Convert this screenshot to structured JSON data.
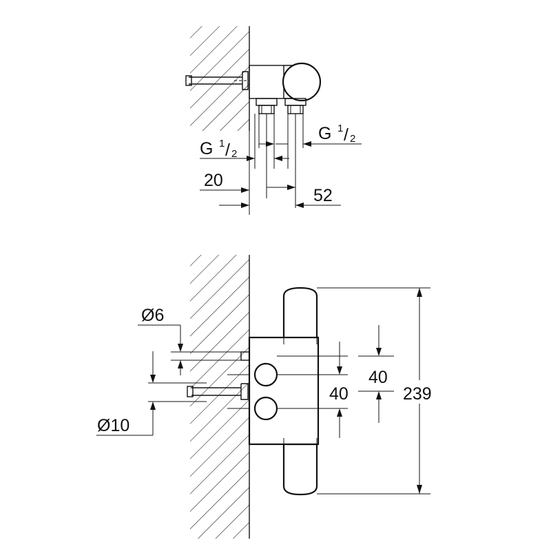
{
  "side_view": {
    "thread_left": {
      "letter": "G",
      "num": "1",
      "den": "2"
    },
    "thread_right": {
      "letter": "G",
      "num": "1",
      "den": "2"
    },
    "dim_wall": "20",
    "dim_spacing": "52"
  },
  "front_view": {
    "dia_small": "Ø6",
    "dia_large": "Ø10",
    "dim_upper": "40",
    "dim_lower": "40",
    "dim_height": "239"
  }
}
